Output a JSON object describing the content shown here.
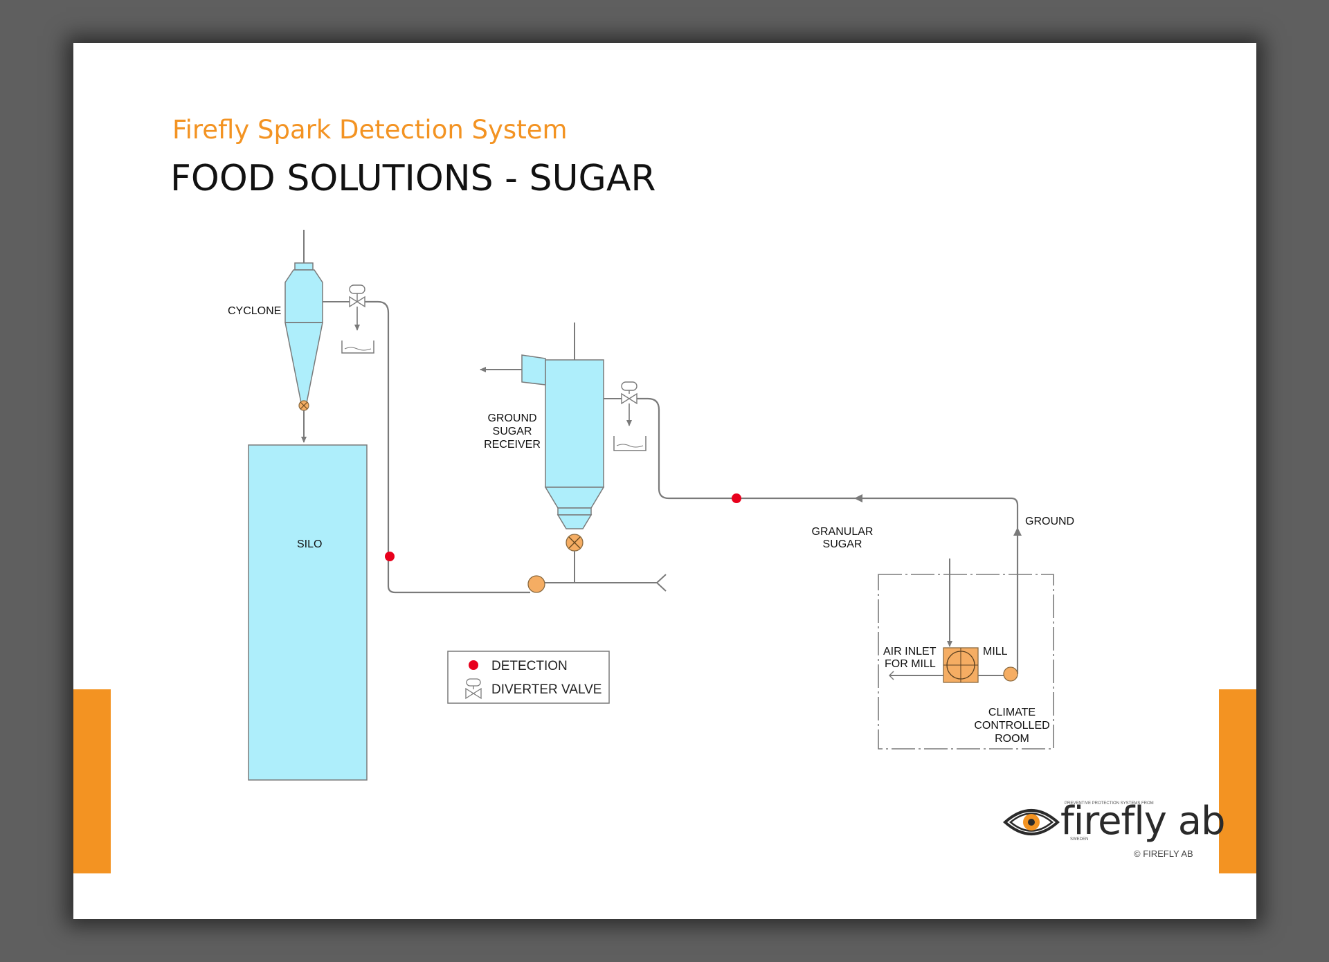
{
  "header": {
    "subtitle": "Firefly Spark Detection System",
    "title": "FOOD SOLUTIONS - SUGAR"
  },
  "labels": {
    "cyclone": "CYCLONE",
    "silo": "SILO",
    "receiver": [
      "GROUND",
      "SUGAR",
      "RECEIVER"
    ],
    "granular": [
      "GRANULAR",
      "SUGAR"
    ],
    "ground": "GROUND",
    "air_inlet": [
      "AIR INLET",
      "FOR MILL"
    ],
    "mill": "MILL",
    "climate": [
      "CLIMATE",
      "CONTROLLED",
      "ROOM"
    ]
  },
  "legend": {
    "detection": "DETECTION",
    "diverter": "DIVERTER VALVE"
  },
  "logo": {
    "tagline": "PREVENTIVE PROTECTION SYSTEMS FROM",
    "name": "firefly ab",
    "country": "SWEDEN",
    "copyright": "© FIREFLY AB"
  },
  "colors": {
    "accent": "#f39322",
    "vessel": "#aeeefb",
    "detection": "#e8001c",
    "pump": "#f5ad63",
    "line": "#7a7a7a"
  }
}
